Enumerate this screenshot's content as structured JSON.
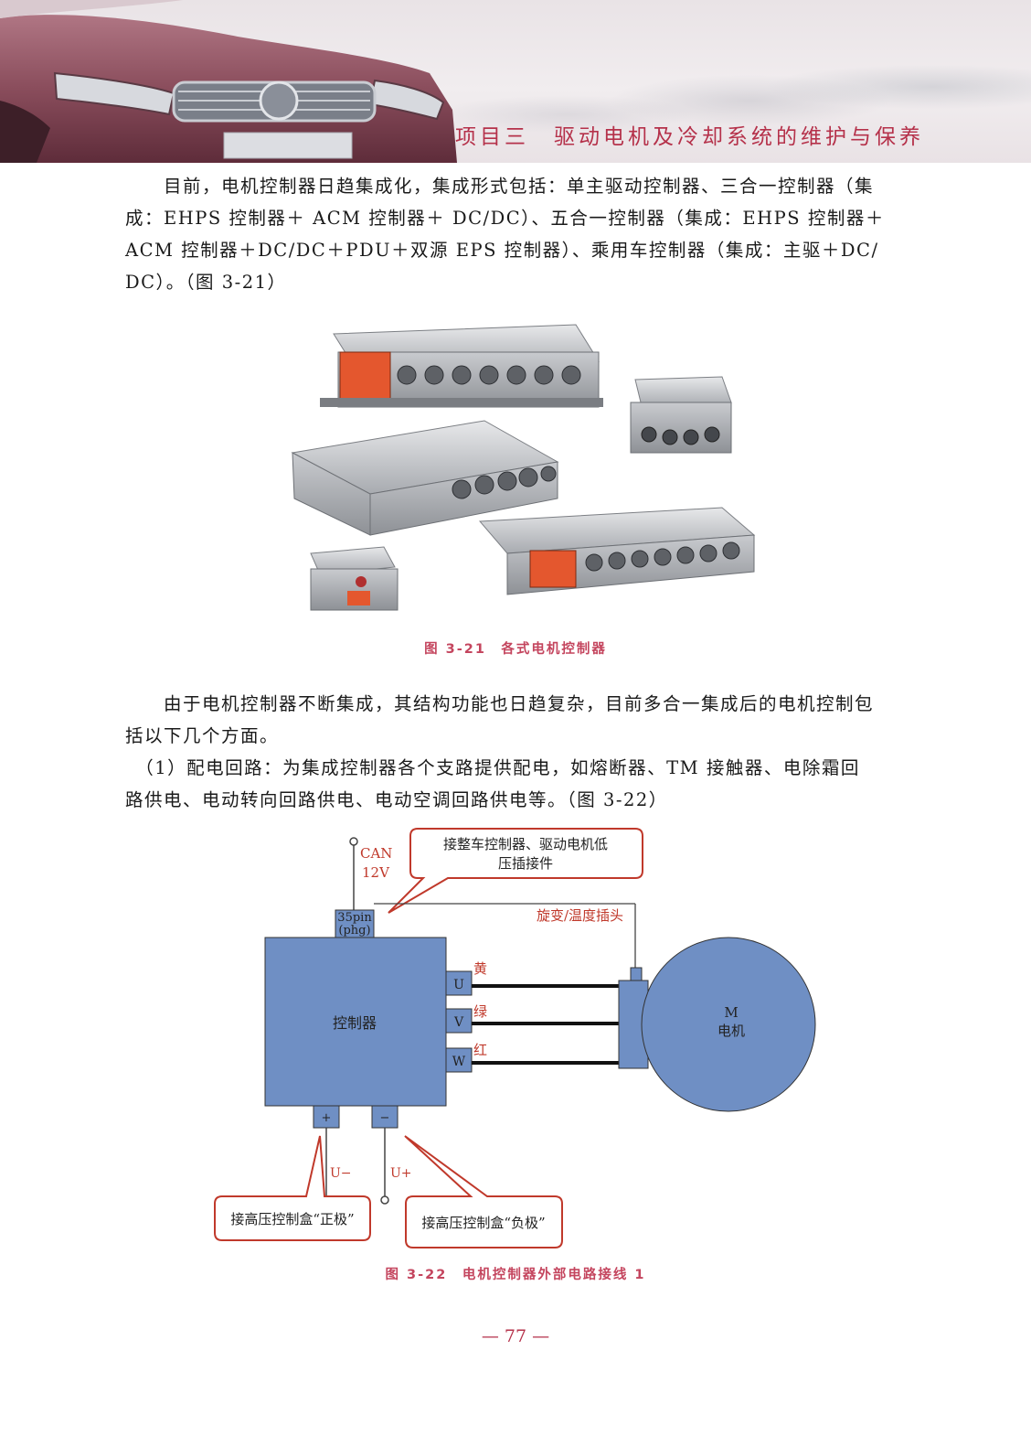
{
  "header": {
    "title": "项目三　驱动电机及冷却系统的维护与保养"
  },
  "paragraph1": {
    "lines": [
      "　　目前，电机控制器日趋集成化，集成形式包括：单主驱动控制器、三合一控制器（集",
      "成：EHPS 控制器＋ ACM 控制器＋ DC/DC）、五合一控制器（集成：EHPS 控制器＋",
      "ACM 控制器＋DC/DC＋PDU＋双源 EPS 控制器）、乘用车控制器（集成：主驱＋DC/",
      "DC）。（图 3-21）"
    ]
  },
  "figure1": {
    "caption": "图 3-21　各式电机控制器"
  },
  "paragraph2": {
    "lines": [
      "　　由于电机控制器不断集成，其结构功能也日趋复杂，目前多合一集成后的电机控制包",
      "括以下几个方面。"
    ]
  },
  "paragraph3": {
    "lines": [
      "　（1）配电回路：为集成控制器各个支路提供配电，如熔断器、TM 接触器、电除霜回",
      "路供电、电动转向回路供电、电动空调回路供电等。（图 3-22）"
    ]
  },
  "figure2": {
    "caption": "图 3-22　电机控制器外部电路接线 1",
    "can_label": "CAN",
    "v12_label": "12V",
    "callout_top_line1": "接整车控制器、驱动电机低",
    "callout_top_line2": "压插接件",
    "connector_label_line1": "35pin",
    "connector_label_line2": "(phg)",
    "resolver_label": "旋变/温度插头",
    "controller_label": "控制器",
    "phase_u": "U",
    "phase_v": "V",
    "phase_w": "W",
    "wire_yellow": "黄",
    "wire_green": "绿",
    "wire_red": "红",
    "motor_label_m": "M",
    "motor_label": "电机",
    "terminal_plus": "+",
    "terminal_minus": "−",
    "u_minus": "U−",
    "u_plus": "U+",
    "callout_left": "接高压控制盒“正极”",
    "callout_right": "接高压控制盒“负极”",
    "colors": {
      "controller_fill": "#6f8fc4",
      "callout_border": "#c0392b",
      "label_red": "#c0392b"
    }
  },
  "page_number": "— 77 —"
}
